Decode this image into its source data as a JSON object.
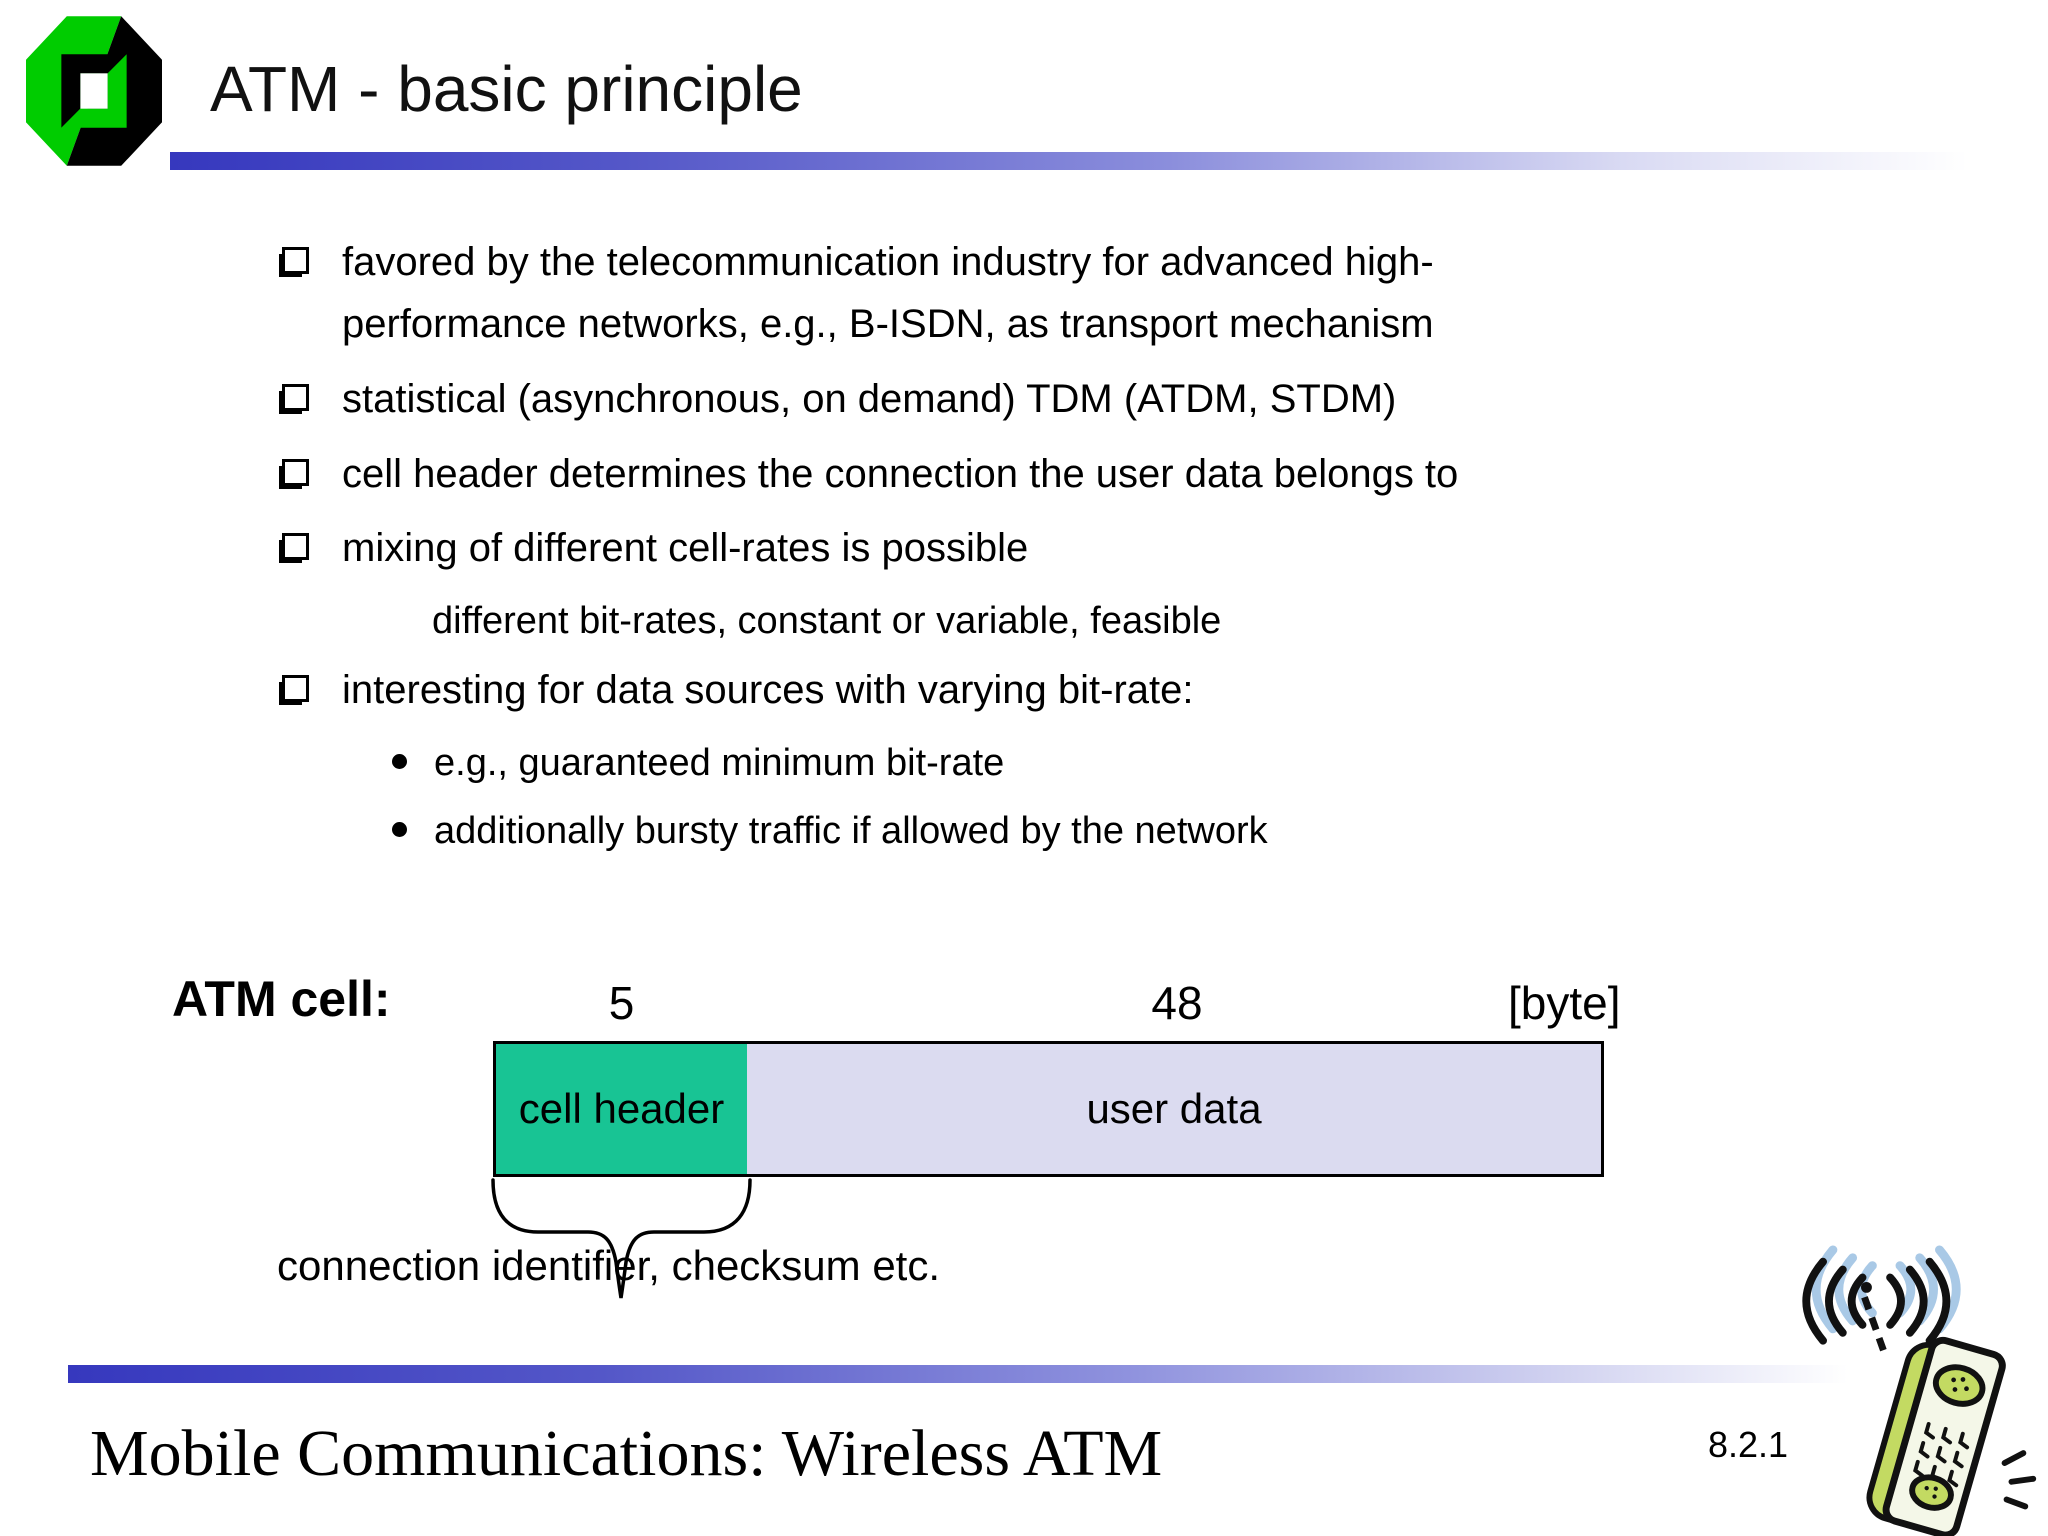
{
  "slide": {
    "title": "ATM - basic principle",
    "footer": "Mobile Communications: Wireless ATM",
    "page_number": "8.2.1"
  },
  "bullets": {
    "b1_line1": "favored by  the telecommunication industry for advanced high-",
    "b1_line2": "performance networks, e.g., B-ISDN, as transport mechanism",
    "b2": "statistical (asynchronous, on demand) TDM (ATDM, STDM)",
    "b3": "cell header determines the connection the user data belongs to",
    "b4": "mixing of different cell-rates is possible",
    "b4_sub": "different bit-rates, constant or variable, feasible",
    "b5": "interesting for data sources with varying bit-rate:",
    "b5_sub1": "e.g., guaranteed minimum bit-rate",
    "b5_sub2": "additionally bursty traffic if allowed by the network"
  },
  "diagram": {
    "label": "ATM cell:",
    "header_size": "5",
    "data_size": "48",
    "unit": "[byte]",
    "header_label": "cell header",
    "data_label": "user data",
    "annotation": "connection identifier, checksum etc.",
    "colors": {
      "header_fill": "#18C494",
      "data_fill": "#DBDBF0",
      "accent_bar_blue": "#3638BE",
      "logo_green": "#00CC00"
    }
  }
}
